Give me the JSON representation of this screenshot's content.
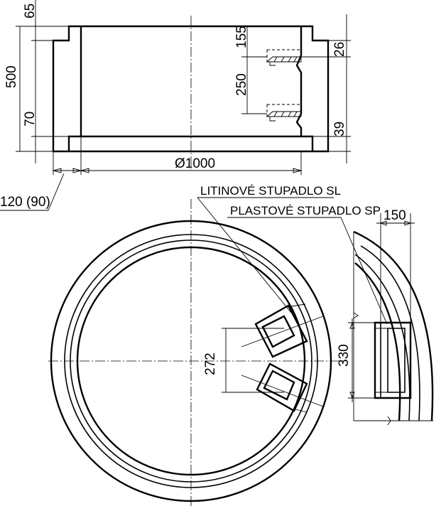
{
  "dimensions": {
    "d65": "65",
    "d500": "500",
    "d70": "70",
    "d155": "155",
    "d250": "250",
    "d26": "26",
    "d39": "39",
    "d1000": "Ø1000",
    "d120": "120 (90)",
    "d150": "150",
    "d272": "272",
    "d330": "330"
  },
  "labels": {
    "cast_step": "LITINOVÉ STUPADLO SL",
    "plastic_step": "PLASTOVÉ STUPADLO SP"
  }
}
